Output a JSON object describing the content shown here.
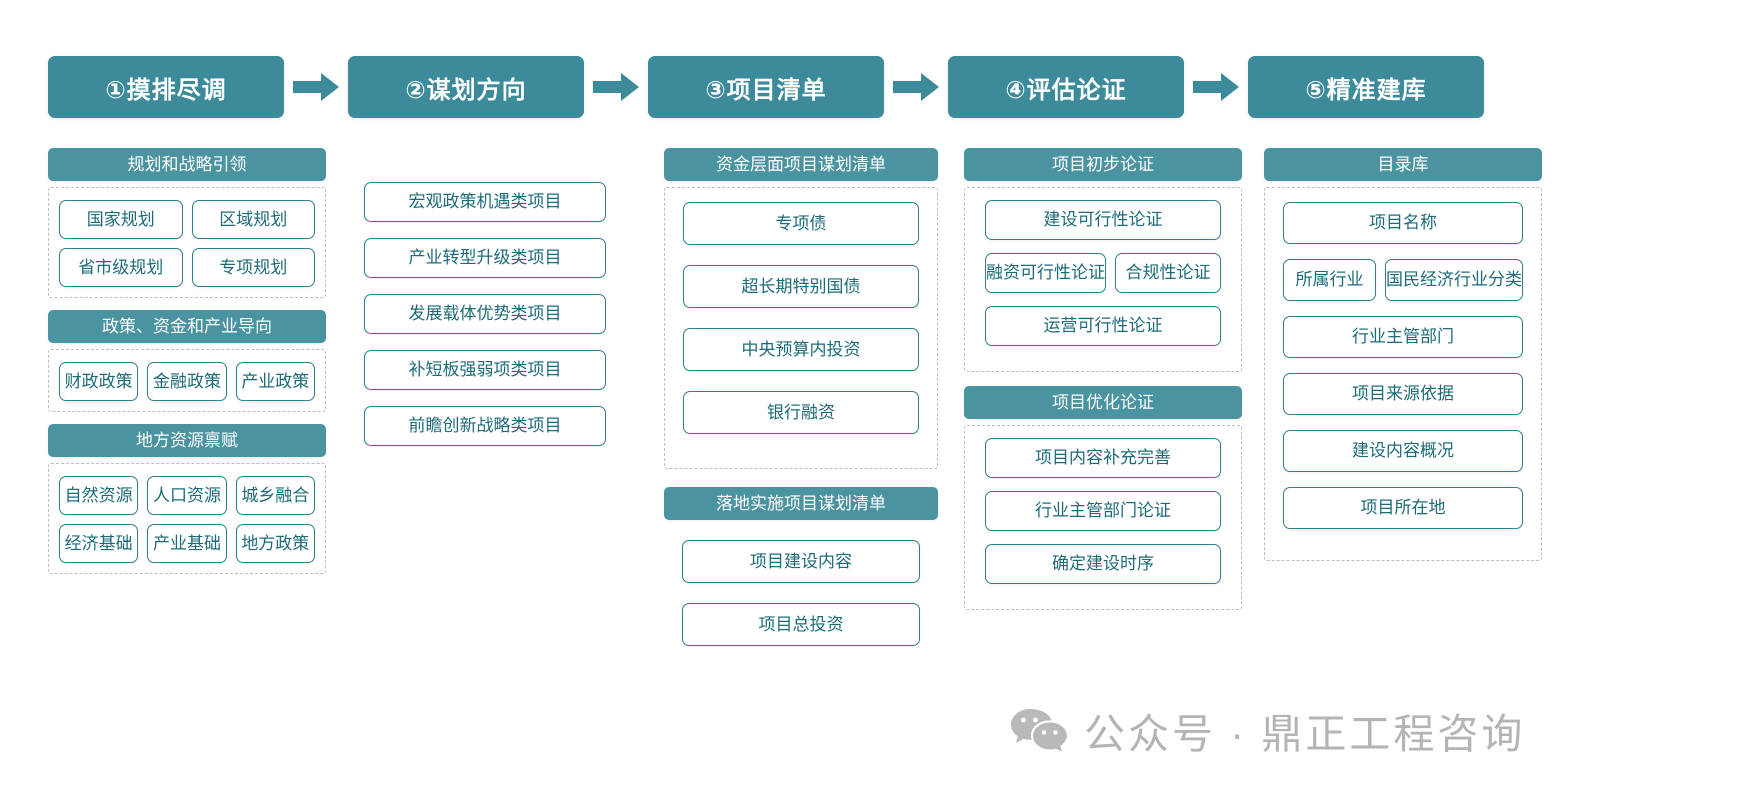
{
  "phases": [
    {
      "label": "①摸排尽调"
    },
    {
      "label": "②谋划方向"
    },
    {
      "label": "③项目清单"
    },
    {
      "label": "④评估论证"
    },
    {
      "label": "⑤精准建库"
    }
  ],
  "arrow_icon": "right-arrow-icon",
  "columns": [
    {
      "id": "col1",
      "groups": [
        {
          "title": "规划和战略引领",
          "dashed": true,
          "rows": [
            [
              "国家规划",
              "区域规划"
            ],
            [
              "省市级规划",
              "专项规划"
            ]
          ]
        },
        {
          "title": "政策、资金和产业导向",
          "dashed": true,
          "rows": [
            [
              "财政政策",
              "金融政策",
              "产业政策"
            ]
          ]
        },
        {
          "title": "地方资源禀赋",
          "dashed": true,
          "rows": [
            [
              "自然资源",
              "人口资源",
              "城乡融合"
            ],
            [
              "经济基础",
              "产业基础",
              "地方政策"
            ]
          ]
        }
      ]
    },
    {
      "id": "col2",
      "groups": [
        {
          "title": null,
          "dashed": false,
          "rows": [
            [
              "宏观政策机遇类项目"
            ],
            [
              "产业转型升级类项目"
            ],
            [
              "发展载体优势类项目"
            ],
            [
              "补短板强弱项类项目"
            ],
            [
              "前瞻创新战略类项目"
            ]
          ]
        }
      ]
    },
    {
      "id": "col3",
      "groups": [
        {
          "title": "资金层面项目谋划清单",
          "dashed": true,
          "rows": [
            [
              "专项债"
            ],
            [
              "超长期特别国债"
            ],
            [
              "中央预算内投资"
            ],
            [
              "银行融资"
            ]
          ]
        },
        {
          "title": "落地实施项目谋划清单",
          "dashed": false,
          "rows": [
            [
              "项目建设内容"
            ],
            [
              "项目总投资"
            ]
          ]
        }
      ]
    },
    {
      "id": "col4",
      "groups": [
        {
          "title": "项目初步论证",
          "dashed": true,
          "rows": [
            [
              "建设可行性论证"
            ],
            [
              "融资可行性论证",
              "合规性论证"
            ],
            [
              "运营可行性论证"
            ]
          ]
        },
        {
          "title": "项目优化论证",
          "dashed": true,
          "rows": [
            [
              "项目内容补充完善"
            ],
            [
              "行业主管部门论证"
            ],
            [
              "确定建设时序"
            ]
          ]
        }
      ]
    },
    {
      "id": "col5",
      "groups": [
        {
          "title": "目录库",
          "dashed": true,
          "rows": [
            [
              "项目名称"
            ],
            [
              "所属行业",
              "国民经济行业分类"
            ],
            [
              "行业主管部门"
            ],
            [
              "项目来源依据"
            ],
            [
              "建设内容概况"
            ],
            [
              "项目所在地"
            ]
          ]
        }
      ]
    }
  ],
  "watermark": {
    "icon": "wechat-icon",
    "text": "公众号 · 鼎正工程咨询"
  },
  "colors": {
    "phase_pill": "#3d8b9a",
    "group_header": "#4a94a2",
    "cell_border": "#2f7f8c",
    "cell_text": "#1d6b79",
    "dashed_border": "#b9bec2",
    "watermark": "#b4b4b4"
  }
}
